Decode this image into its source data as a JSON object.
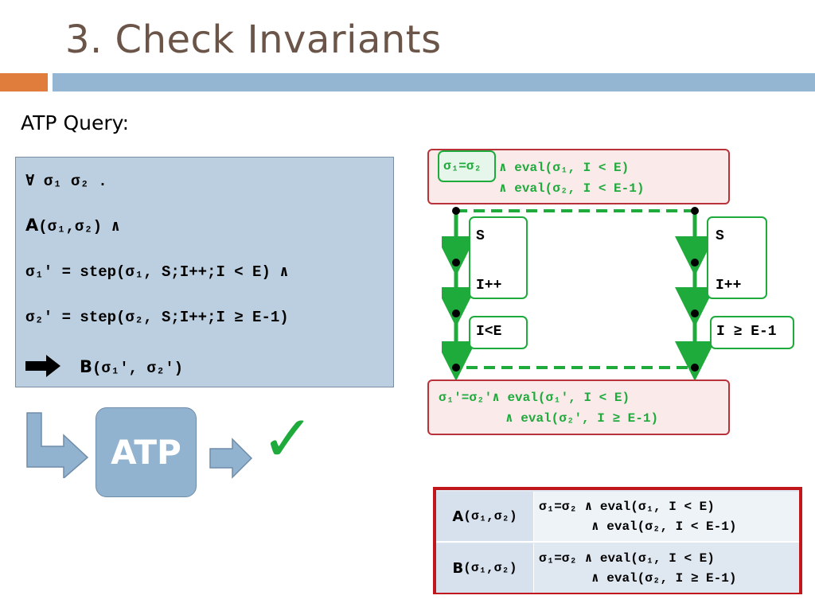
{
  "header": {
    "title": "3. Check Invariants"
  },
  "subtitle": "ATP Query:",
  "query": {
    "line1": "∀ σ₁ σ₂ .",
    "line2_A": "A",
    "line2_rest": "(σ₁,σ₂) ∧",
    "line3": "σ₁′ = step(σ₁, S;I++;I < E) ∧",
    "line4": "σ₂′ = step(σ₂, S;I++;I ≥ E-1)",
    "line5_B": "B",
    "line5_rest": "(σ₁′, σ₂′)"
  },
  "flow": {
    "atp_label": "ATP",
    "check_glyph": "✓"
  },
  "diagram": {
    "pre": {
      "highlight": "σ₁=σ₂",
      "line1": "∧ eval(σ₁, I < E)",
      "line2": "∧ eval(σ₂, I < E-1)"
    },
    "left": {
      "body": "S\n\nI++",
      "guard": "I<E"
    },
    "right": {
      "body": "S\n\nI++",
      "guard": "I ≥ E-1"
    },
    "post": {
      "line1": "σ₁′=σ₂′∧ eval(σ₁′, I < E)",
      "line2": "∧ eval(σ₂′, I ≥ E-1)"
    }
  },
  "summary": {
    "rows": [
      {
        "label_letter": "A",
        "label_rest": "(σ₁,σ₂)",
        "line1": "σ₁=σ₂ ∧ eval(σ₁, I < E)",
        "line2": "∧ eval(σ₂, I < E-1)"
      },
      {
        "label_letter": "B",
        "label_rest": "(σ₁,σ₂)",
        "line1": "σ₁=σ₂ ∧ eval(σ₁, I < E)",
        "line2": "∧ eval(σ₂, I ≥ E-1)"
      }
    ]
  },
  "colors": {
    "accent_orange": "#e07d3c",
    "accent_blue": "#94b6d2",
    "title": "#6b5548",
    "green": "#1faa3c",
    "red": "#b8323a"
  }
}
